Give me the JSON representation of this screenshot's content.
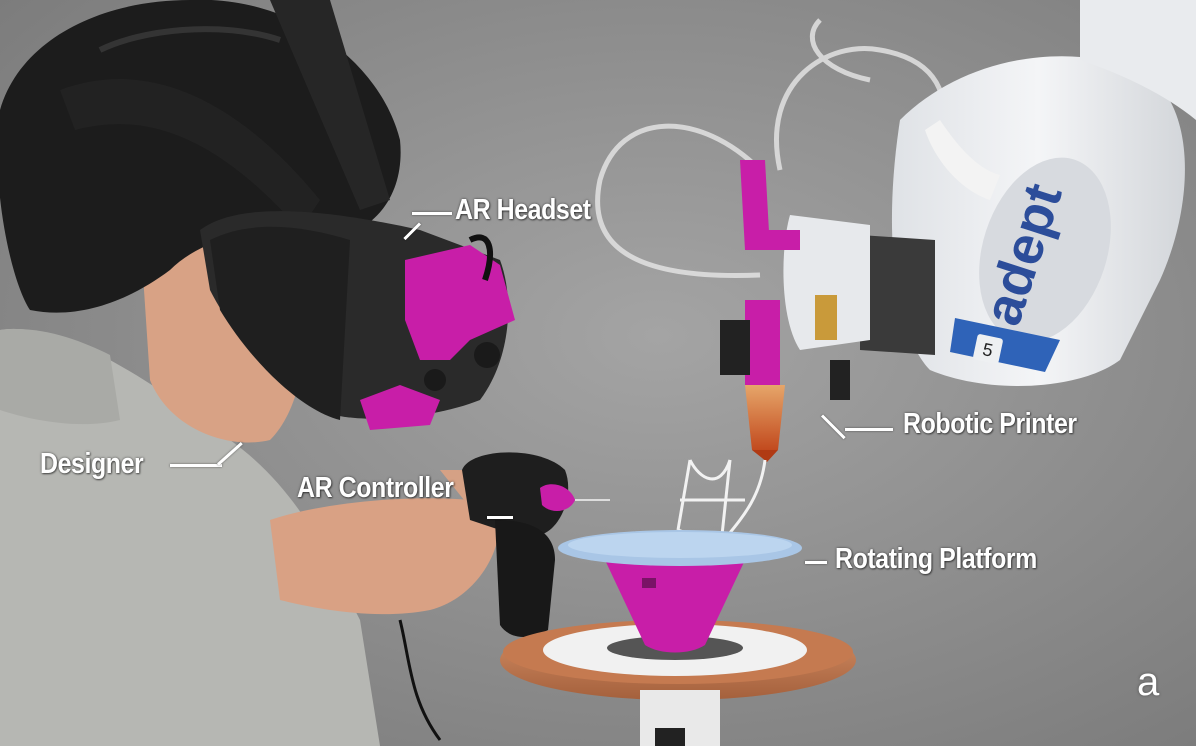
{
  "labels": {
    "headset": "AR Headset",
    "printer": "Robotic Printer",
    "designer": "Designer",
    "controller": "AR Controller",
    "platform": "Rotating Platform"
  },
  "robot_brand": "adept",
  "robot_panel_number": "5",
  "panel_letter": "a",
  "colors": {
    "background": "#8f8f8f",
    "accent_magenta": "#c81ea8",
    "robot_white": "#eef0f2",
    "label_text": "#ffffff",
    "button_blue": "#2f63b8"
  }
}
